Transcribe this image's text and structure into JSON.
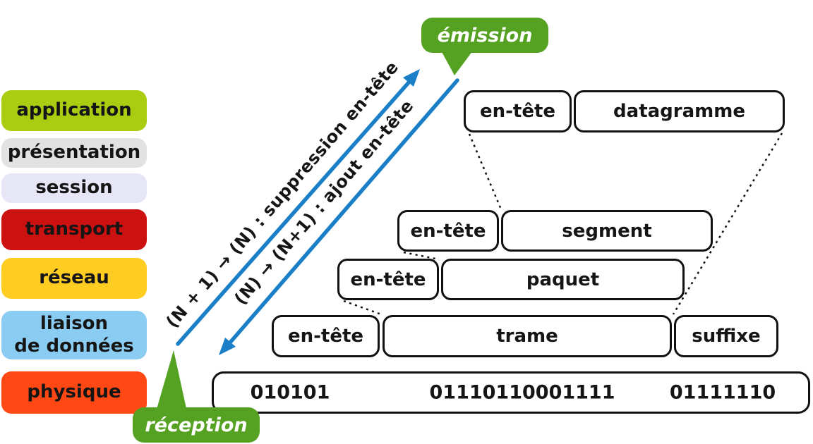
{
  "layers": [
    {
      "label": "application",
      "color": "#aacc11"
    },
    {
      "label": "présentation",
      "color": "#e2e2e2"
    },
    {
      "label": "session",
      "color": "#e6e6f6"
    },
    {
      "label": "transport",
      "color": "#cc1111"
    },
    {
      "label": "réseau",
      "color": "#ffcc22"
    },
    {
      "label": "liaison",
      "label2": "de données",
      "color": "#8bcdf2"
    },
    {
      "label": "physique",
      "color": "#ff4814"
    }
  ],
  "arrows": {
    "suppression_label": "(N + 1) → (N) : suppression en-tête",
    "ajout_label": "(N) → (N+1) : ajout en-tête",
    "color": "#1b7fc8"
  },
  "bubbles": {
    "emission_label": "émission",
    "reception_label": "réception",
    "color": "#55a122"
  },
  "pdu_rows": [
    {
      "cells": [
        "en-tête",
        "datagramme"
      ]
    },
    {
      "cells": [
        "en-tête",
        "segment"
      ]
    },
    {
      "cells": [
        "en-tête",
        "paquet"
      ]
    },
    {
      "cells": [
        "en-tête",
        "trame",
        "suffixe"
      ]
    }
  ],
  "binary_row": [
    "010101",
    "01110110001111",
    "01111110"
  ]
}
